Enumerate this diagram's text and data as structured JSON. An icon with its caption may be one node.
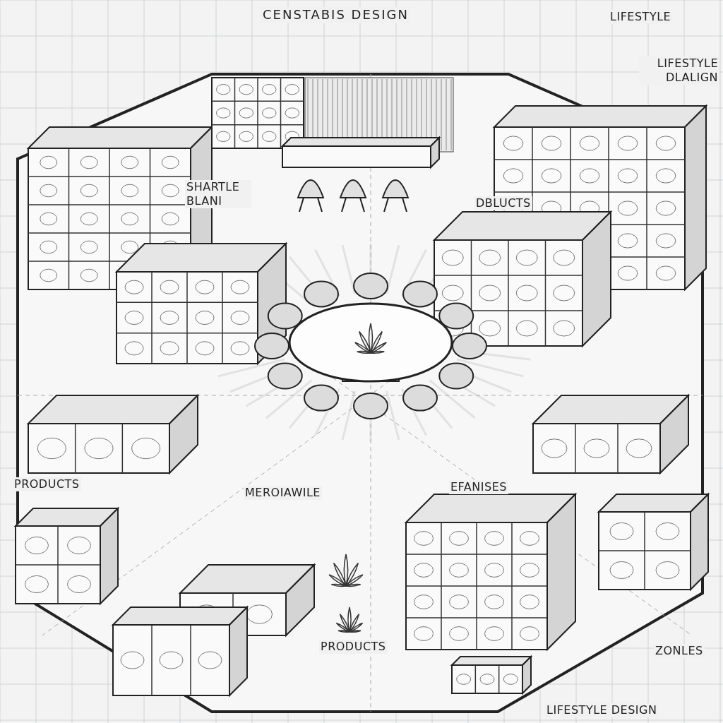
{
  "diagram": {
    "title": "CENSTABIS DESIGN",
    "labels": [
      "LIFESTYLE",
      "LIFESTYLE DLALIGN",
      "SHARTLE BLANI",
      "DBLUCTS",
      "PRODUCTS",
      "MEROIAWILE",
      "EFANISES",
      "PRODUCTS",
      "ZONLES",
      "LIFESTYLE DESIGN"
    ]
  }
}
